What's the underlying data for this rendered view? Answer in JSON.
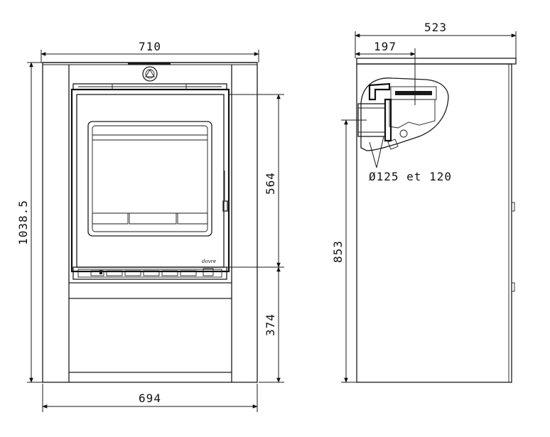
{
  "front_view": {
    "dim_top_width": "710",
    "dim_bottom_width": "694",
    "dim_total_height": "1038.5",
    "dim_door_height": "564",
    "dim_base_height": "374",
    "brand_mark": "dovre"
  },
  "side_view": {
    "dim_depth": "523",
    "dim_flue_offset": "197",
    "dim_flue_height": "853",
    "flue_diameter": "Ø125 et 120"
  }
}
